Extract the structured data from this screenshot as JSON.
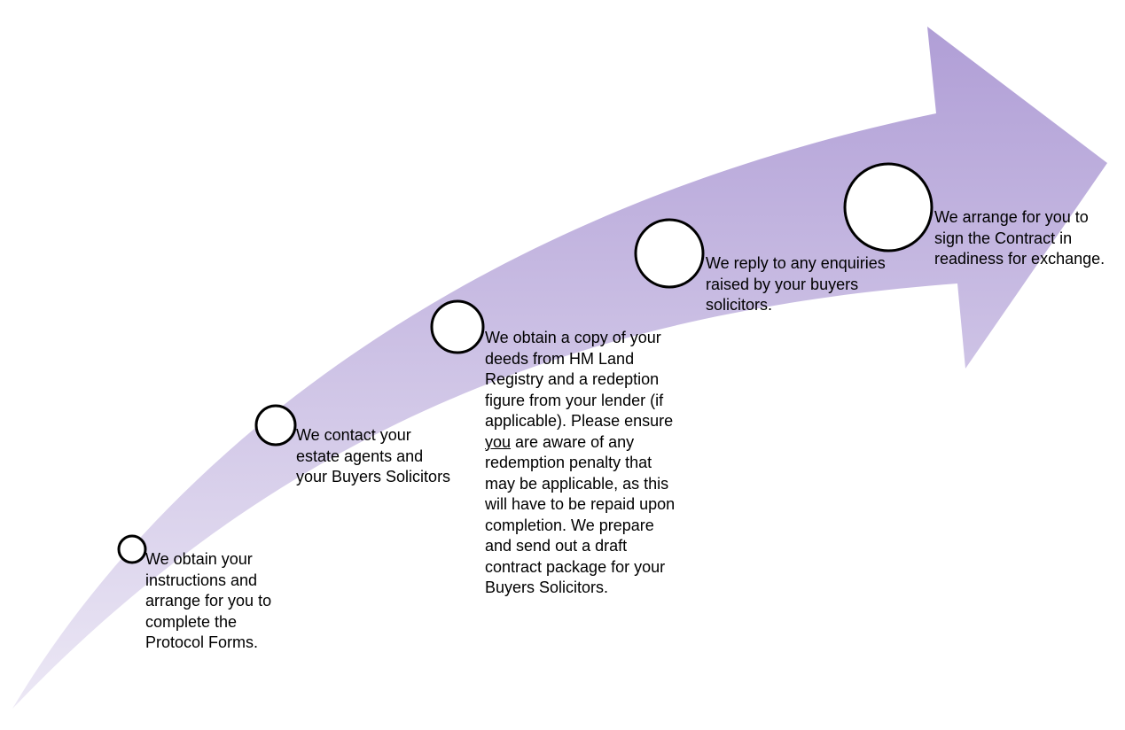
{
  "colors": {
    "arrow_top": "#b09ed6",
    "arrow_bottom": "#ece8f5",
    "circle_fill": "#ffffff",
    "circle_stroke": "#000000",
    "text": "#000000"
  },
  "steps": [
    {
      "text": "We obtain your instructions and arrange for you to complete the Protocol Forms."
    },
    {
      "text": "We contact your estate agents and your Buyers Solicitors"
    },
    {
      "text_before": "We obtain a copy of your deeds from HM Land Registry and a redeption figure from your lender (if applicable).  Please ensure ",
      "text_emphasis": "you",
      "text_after": " are aware of any redemption penalty that may be applicable, as this will have to be repaid upon completion.  We prepare and send out a draft contract package for your Buyers Solicitors."
    },
    {
      "text": "We reply to any enquiries raised by your buyers solicitors."
    },
    {
      "text": "We arrange for you to sign the Contract in readiness for exchange."
    }
  ]
}
